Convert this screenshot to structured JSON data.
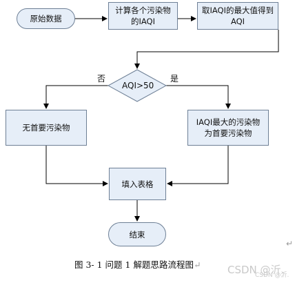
{
  "flowchart": {
    "start": "原始数据",
    "step1": "计算各个污染物的IAQI",
    "step2": "取IAQI的最大值得到AQI",
    "decision": "AQI>50",
    "branch_no_label": "否",
    "branch_yes_label": "是",
    "no_result": "无首要污染物",
    "yes_result": "IAQI最大的污染物为首要污染物",
    "fill": "填入表格",
    "end": "结束"
  },
  "caption": "图 3- 1  问题 1 解题思路流程图",
  "paragraph_mark": "↵",
  "watermark": {
    "small": "CSDN @沂.",
    "large": "CSDN @沂."
  },
  "colors": {
    "box_fill": "#e6eef8",
    "box_border": "#6d7f95",
    "arrow": "#000000"
  }
}
